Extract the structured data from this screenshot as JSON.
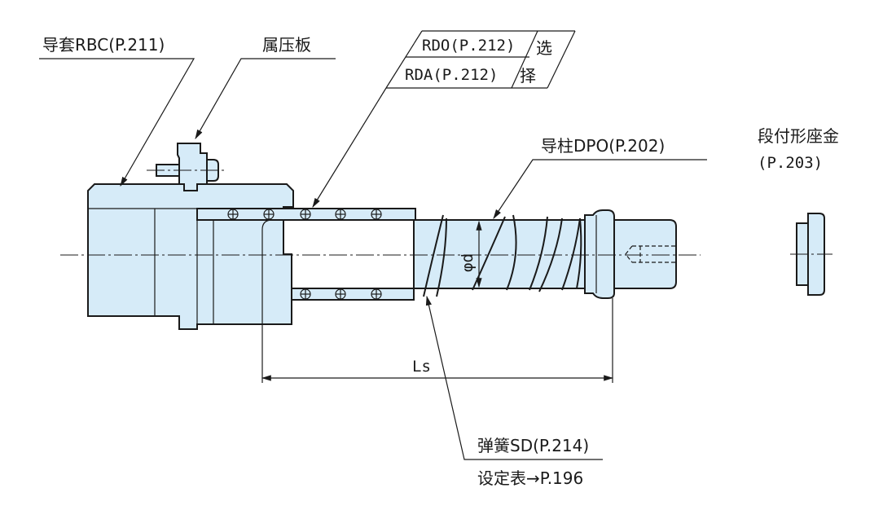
{
  "labels": {
    "guide_bush": "导套RBC(P.211)",
    "retainer_plate": "属压板",
    "rdo": "RDO(P.212)",
    "rda": "RDA(P.212)",
    "select_1": "选",
    "select_2": "择",
    "guide_post": "导柱DPO(P.202)",
    "stepped_seat": "段付形座金",
    "stepped_seat_page": "(P.203)",
    "diameter": "φd",
    "length": "Ls",
    "spring": "弹簧SD(P.214)",
    "setting_table": "设定表→P.196"
  },
  "colors": {
    "part_fill": "#d6ebf8",
    "line": "#1a1a1a",
    "background": "#ffffff"
  }
}
